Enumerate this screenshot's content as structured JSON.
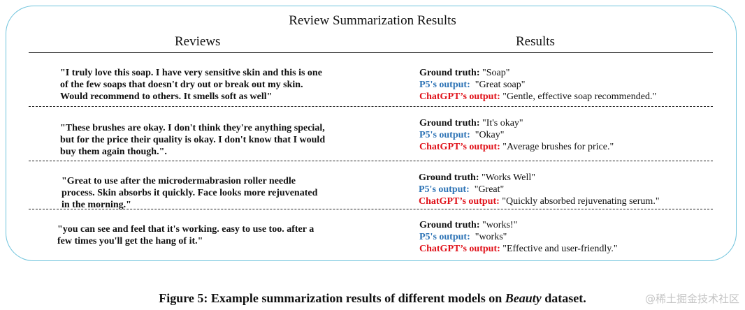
{
  "panel": {
    "title": "Review Summarization Results",
    "columns": {
      "reviews": "Reviews",
      "results": "Results"
    },
    "labels": {
      "ground_truth": "Ground truth:",
      "p5": "P5's output:",
      "chatgpt": "ChatGPT’s output:"
    },
    "rows": [
      {
        "review": "\"I truly love this soap. I have very sensitive skin and this is one\nof the few soaps that doesn't dry out or break out my skin.\nWould recommend to others. It smells soft as well\"",
        "ground_truth": "\"Soap\"",
        "p5_output": "\"Great soap\"",
        "chatgpt_output": "\"Gentle, effective soap recommended.\""
      },
      {
        "review": "\"These brushes are okay. I don't think they're anything special,\nbut for the price their quality is okay. I don't know that I would\nbuy them again though.\".",
        "ground_truth": "\"It's okay\"",
        "p5_output": "\"Okay\"",
        "chatgpt_output": "\"Average brushes for price.\""
      },
      {
        "review": "\"Great to use after the microdermabrasion roller needle\nprocess. Skin absorbs it quickly. Face looks more rejuvenated\nin the morning.\"",
        "ground_truth": "\"Works Well\"",
        "p5_output": "\"Great\"",
        "chatgpt_output": "\"Quickly absorbed rejuvenating serum.\""
      },
      {
        "review": "\"you can see and feel that it's working.  easy to use too.  after a\nfew times you'll get the hang of it.\"",
        "ground_truth": "\"works!\"",
        "p5_output": "\"works\"",
        "chatgpt_output": "\"Effective and user-friendly.\""
      }
    ]
  },
  "caption": {
    "prefix": "Figure 5: Example summarization results of different models on ",
    "italic": "Beauty",
    "suffix": " dataset."
  },
  "watermark": "@稀土掘金技术社区",
  "colors": {
    "border": "#6ec3dc",
    "p5_label": "#2d73b5",
    "chatgpt_label": "#e0121a"
  }
}
